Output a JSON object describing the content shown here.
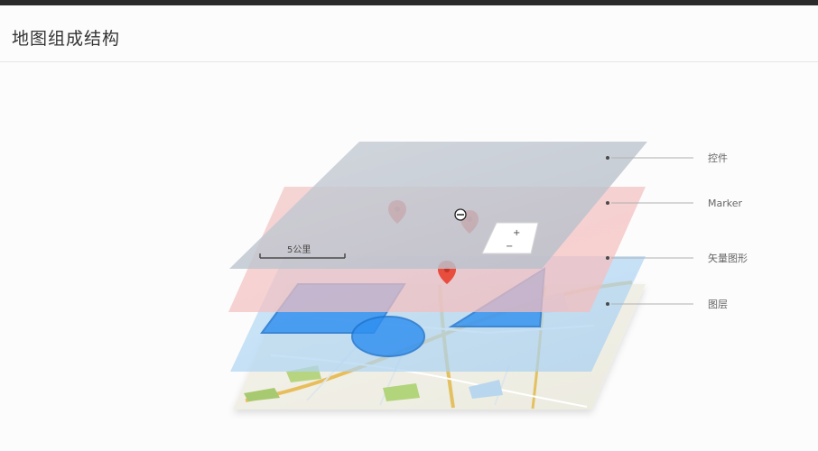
{
  "page": {
    "title": "地图组成结构"
  },
  "diagram": {
    "layers": [
      {
        "key": "controls",
        "label": "控件",
        "color": "#9aa7b6"
      },
      {
        "key": "marker",
        "label": "Marker",
        "color": "#f7b8b8"
      },
      {
        "key": "vector",
        "label": "矢量图形",
        "color": "#9fcbf2"
      },
      {
        "key": "tiles",
        "label": "图层",
        "color": "#eef0e8"
      }
    ],
    "scale_label": "5公里",
    "zoom_in": "+",
    "zoom_out": "−"
  }
}
